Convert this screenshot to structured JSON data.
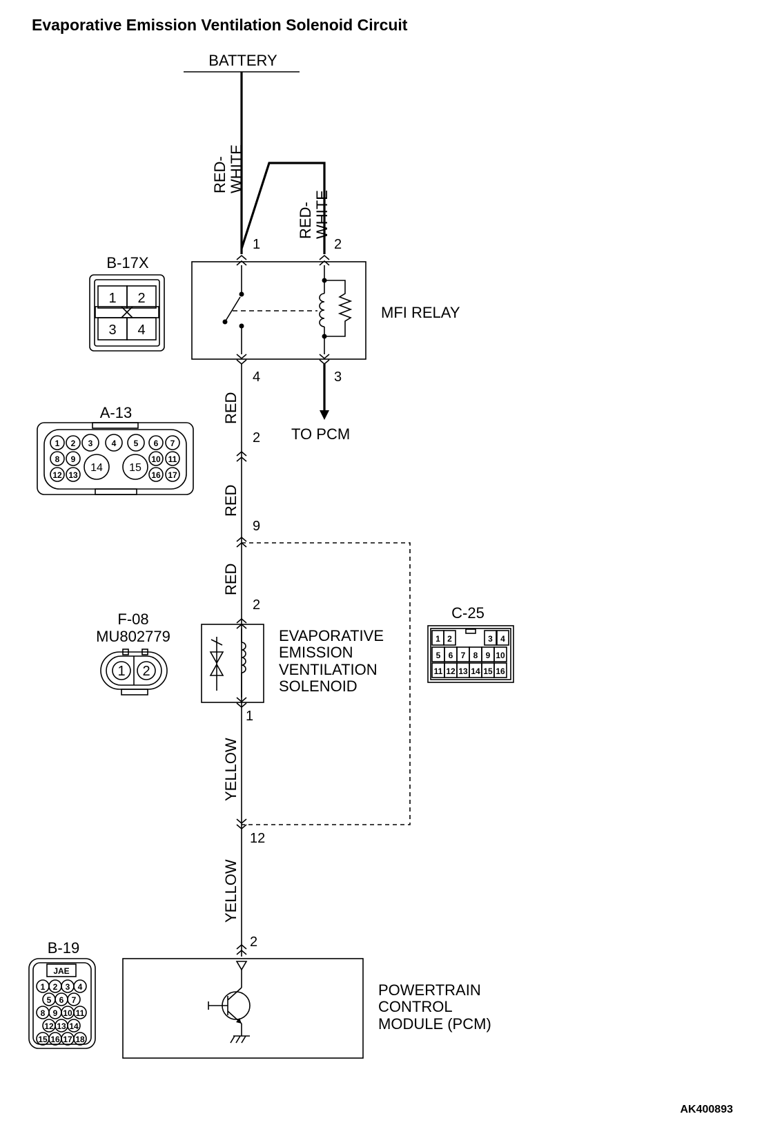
{
  "title": "Evaporative Emission Ventilation Solenoid Circuit",
  "doc_code": "AK400893",
  "source": {
    "label": "BATTERY"
  },
  "wire_colors": {
    "red_white_a": "RED-\nWHITE",
    "red_white_b": "RED-\nWHITE",
    "red_1": "RED",
    "red_2": "RED",
    "red_3": "RED",
    "yellow_1": "YELLOW",
    "yellow_2": "YELLOW"
  },
  "relay": {
    "label": "MFI RELAY",
    "pins": {
      "p1": "1",
      "p2": "2",
      "p3": "3",
      "p4": "4"
    },
    "to_pcm": "TO PCM"
  },
  "junctions": {
    "a13_pin": "2",
    "c25_in": "9",
    "c25_out": "12"
  },
  "solenoid": {
    "lines": [
      "EVAPORATIVE",
      "EMISSION",
      "VENTILATION",
      "SOLENOID"
    ],
    "pin_top": "2",
    "pin_bottom": "1"
  },
  "pcm": {
    "lines": [
      "POWERTRAIN",
      "CONTROL",
      "MODULE (PCM)"
    ],
    "pin": "2"
  },
  "connectors": {
    "b17x": {
      "id": "B-17X",
      "pins": [
        "1",
        "2",
        "3",
        "4"
      ]
    },
    "a13": {
      "id": "A-13",
      "pins": [
        "1",
        "2",
        "3",
        "4",
        "5",
        "6",
        "7",
        "8",
        "9",
        "10",
        "11",
        "12",
        "13",
        "14",
        "15",
        "16",
        "17"
      ]
    },
    "f08": {
      "id": "F-08",
      "part": "MU802779",
      "pins": [
        "1",
        "2"
      ]
    },
    "c25": {
      "id": "C-25",
      "pins": [
        "1",
        "2",
        "3",
        "4",
        "5",
        "6",
        "7",
        "8",
        "9",
        "10",
        "11",
        "12",
        "13",
        "14",
        "15",
        "16"
      ]
    },
    "b19": {
      "id": "B-19",
      "key": "JAE",
      "pins": [
        "1",
        "2",
        "3",
        "4",
        "5",
        "6",
        "7",
        "8",
        "9",
        "10",
        "11",
        "12",
        "13",
        "14",
        "15",
        "16",
        "17",
        "18"
      ]
    }
  }
}
